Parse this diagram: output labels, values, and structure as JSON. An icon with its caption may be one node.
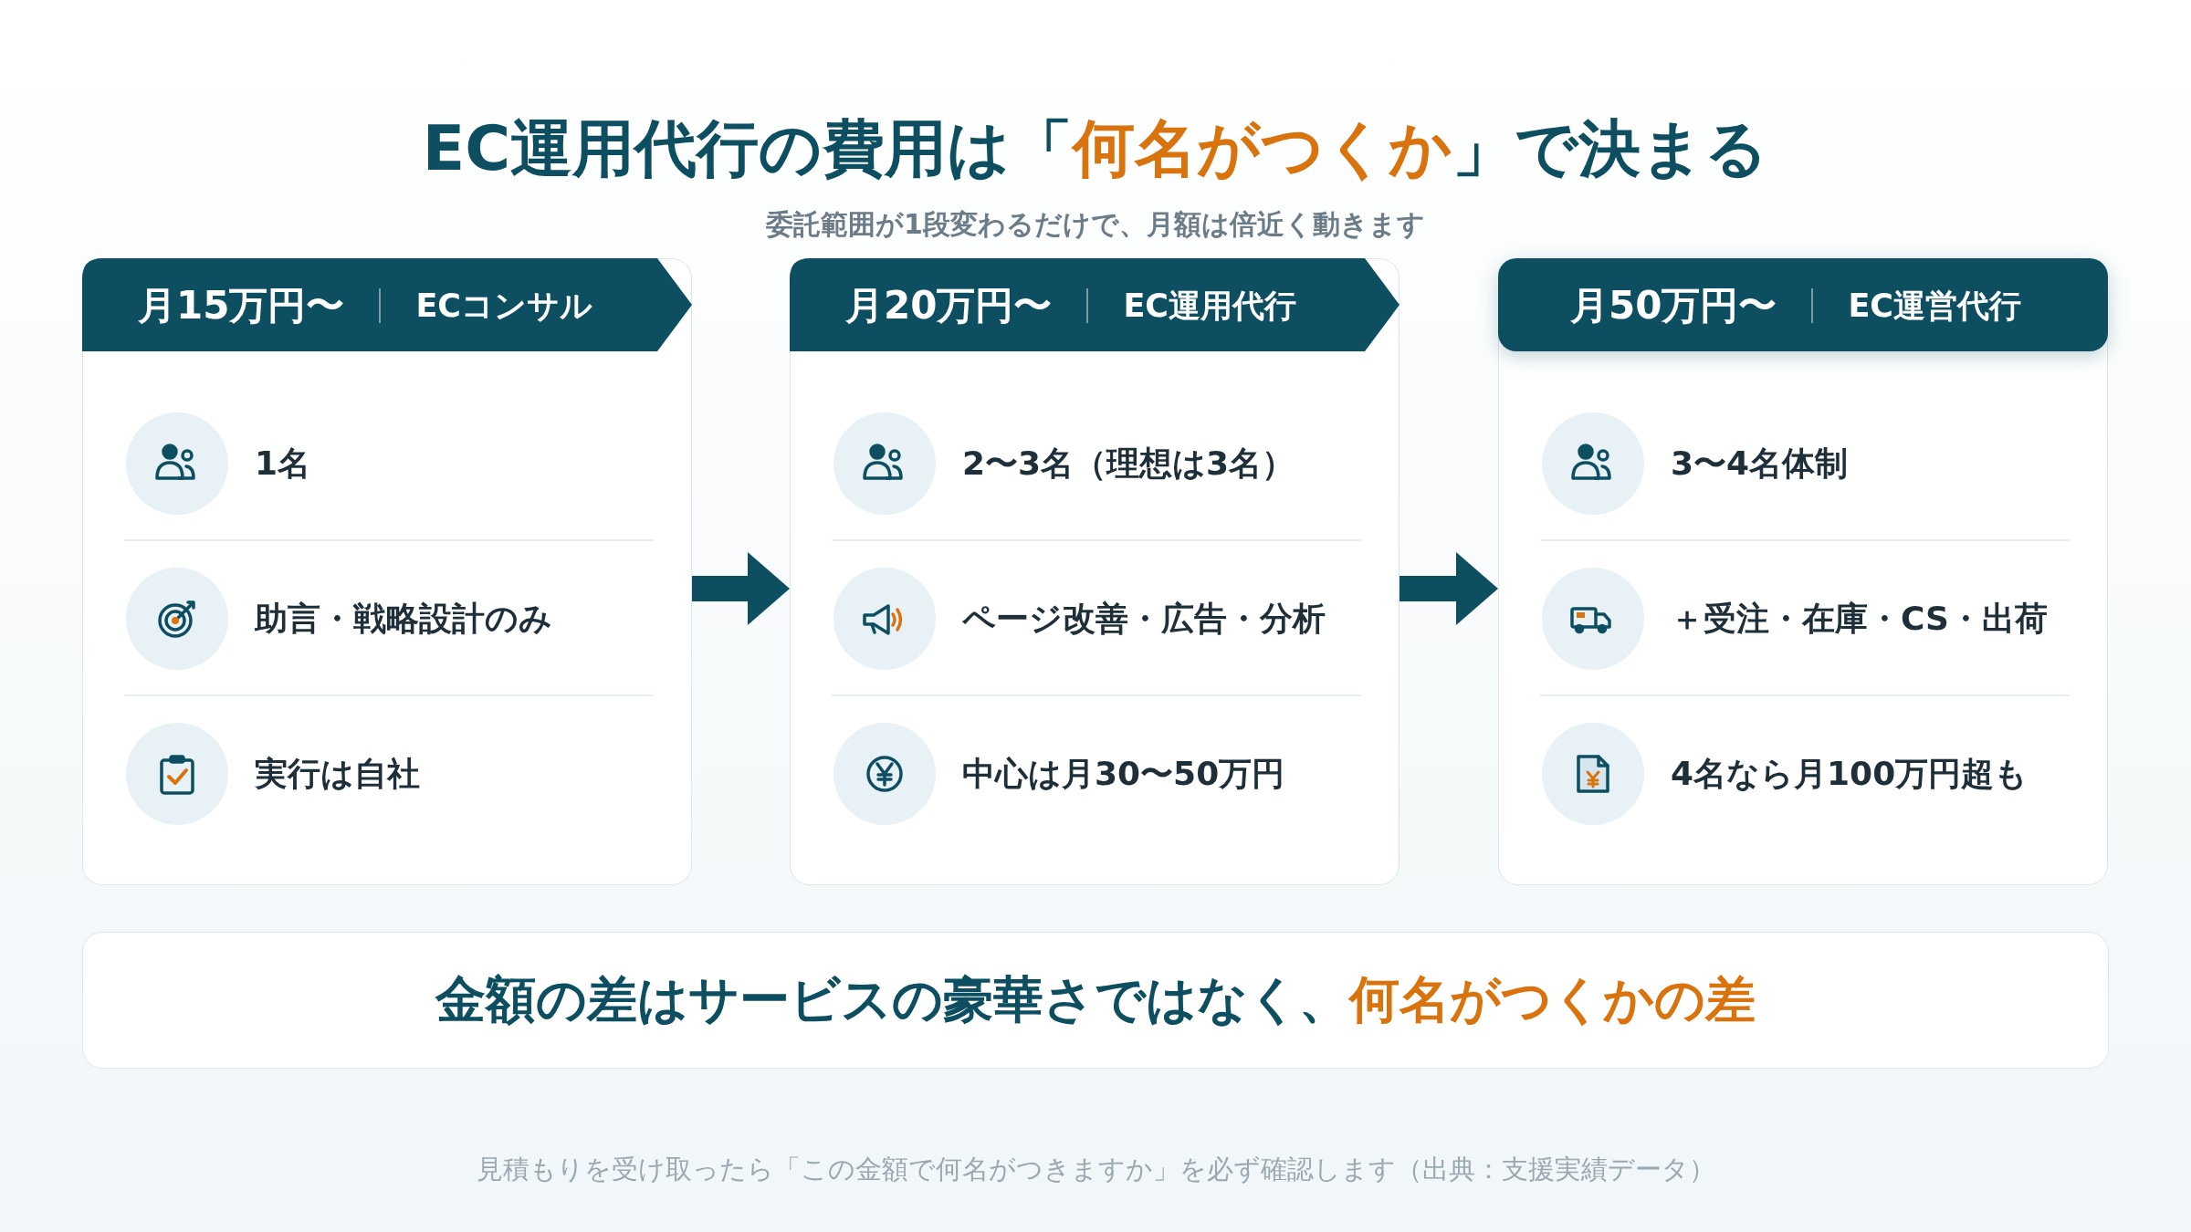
{
  "diagram": {
    "title": "EC運用代行の費用は「**何名がつくか**」で決まる",
    "caption": "見積もりを受け取ったら「この金額で何名がつきますか」を必ず確認します（出典：支援実績データ）",
    "nodes": [
      {
        "text": [
          "月15万円〜",
          "ECコンサル"
        ]
      },
      {
        "text": [
          "1名"
        ],
        "in": 0
      },
      {
        "text": [
          "助言・戦略設計のみ"
        ],
        "in": 0
      },
      {
        "text": [
          "実行は自社"
        ],
        "in": 0
      },
      {
        "text": [
          "月20万円〜",
          "EC運用代行"
        ]
      },
      {
        "text": [
          "2〜3名（理想は3名）"
        ],
        "in": 4
      },
      {
        "text": [
          "ページ改善・広告・分析"
        ],
        "in": 4
      },
      {
        "text": [
          "中心は月30〜50万円"
        ],
        "in": 4
      },
      {
        "text": [
          "月50万円〜",
          "EC運営代行"
        ]
      },
      {
        "text": [
          "3〜4名体制"
        ],
        "in": 8
      },
      {
        "text": [
          "＋受注・在庫・CS・出荷"
        ],
        "in": 8
      },
      {
        "text": [
          "4名なら月100万円超も"
        ],
        "in": 8
      },
      {
        "text": [
          "金額の差はサービスの豪華さではなく、**何名がつくかの差**"
        ]
      }
    ],
    "edges": [
      {
        "from": 0,
        "to": 4,
        "arrow": "to"
      },
      {
        "from": 4,
        "to": 8,
        "arrow": "to"
      }
    ],
    "labels": [
      "委託範囲が1段変わるだけで、月額は倍近く動きます"
    ]
  }
}
